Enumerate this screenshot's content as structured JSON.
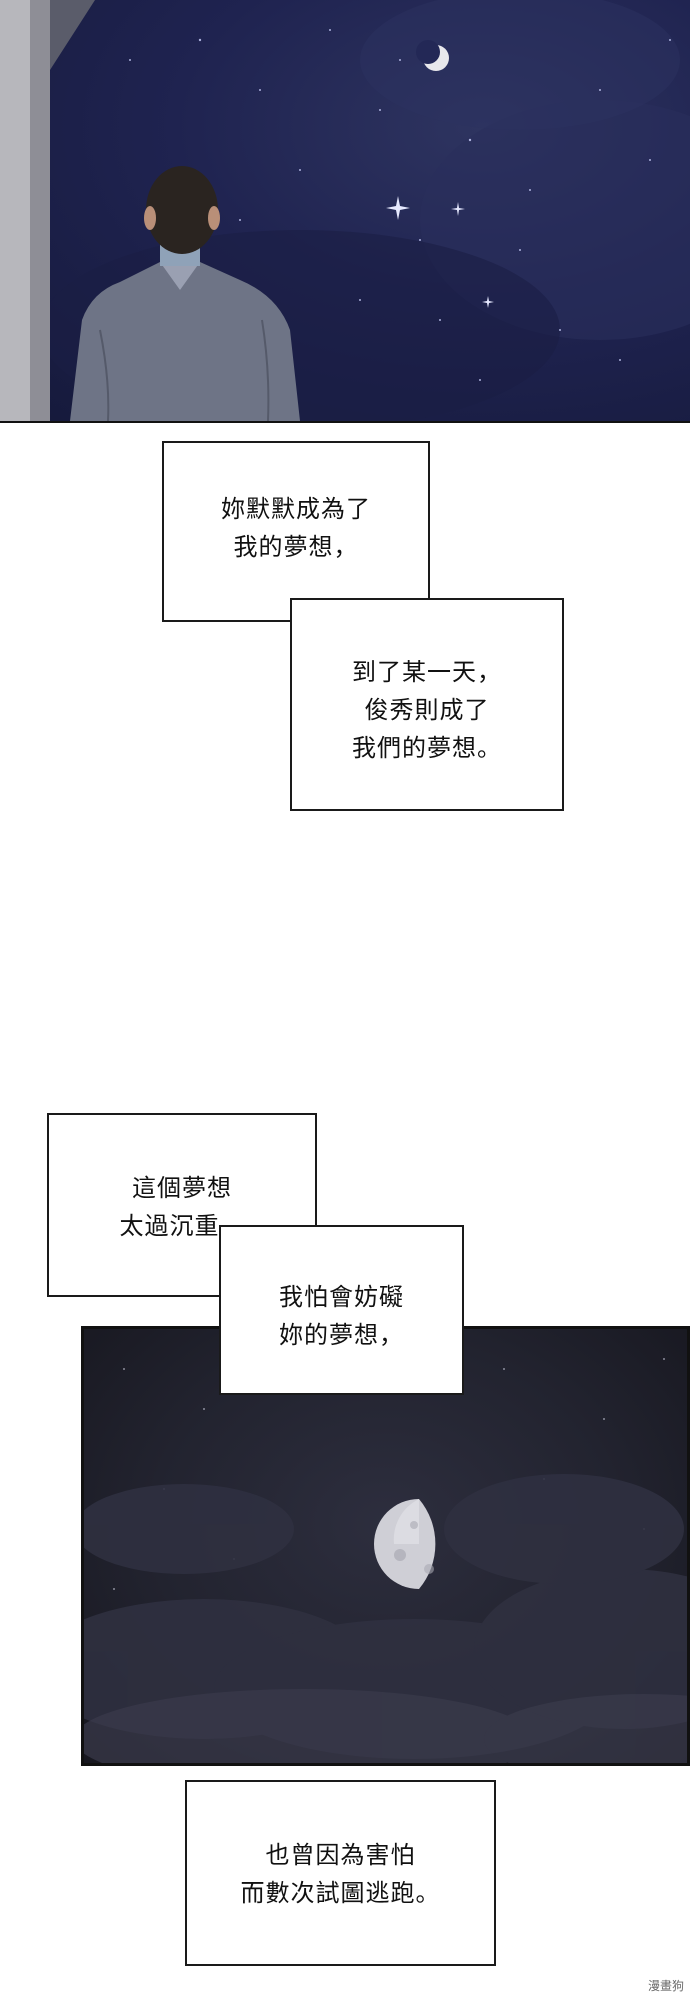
{
  "captions": {
    "caption_1": [
      "妳默默成為了",
      "我的夢想，"
    ],
    "caption_2": [
      "到了某一天，",
      "俊秀則成了",
      "我們的夢想。"
    ],
    "caption_3": [
      "這個夢想",
      "太過沉重，"
    ],
    "caption_4": [
      "我怕會妨礙",
      "妳的夢想，"
    ],
    "caption_5": [
      "也曾因為害怕",
      "而數次試圖逃跑。"
    ]
  },
  "watermark": "漫畫狗",
  "colors": {
    "night_sky": "#1f2350",
    "moon_panel_sky": "#22232f",
    "jacket": "#6e7486",
    "hair": "#2a2420",
    "moon": "#d8d8dc",
    "caption_border": "#1a1a1a"
  },
  "icons": [
    "crescent-moon-icon",
    "sparkle-star-icon"
  ]
}
